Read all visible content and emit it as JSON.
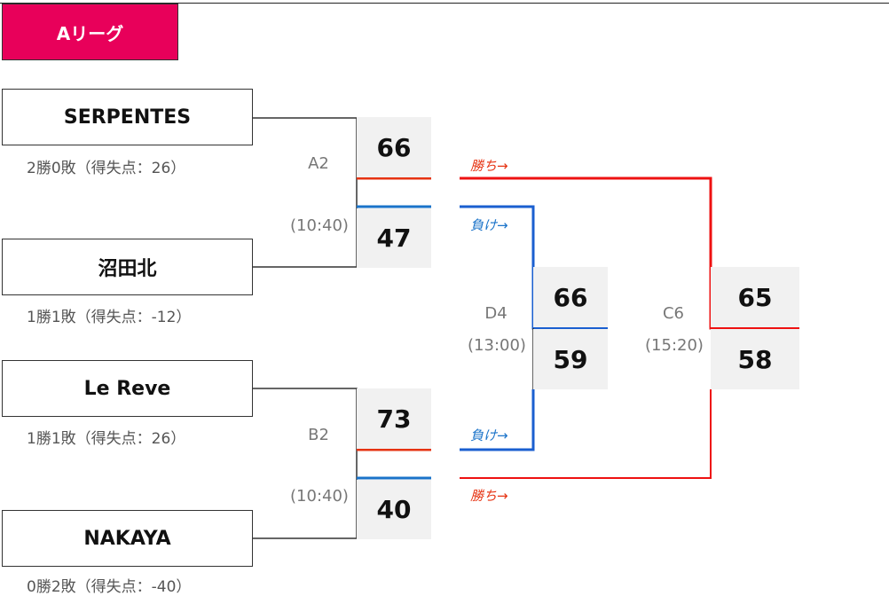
{
  "league": {
    "title": "Aリーグ"
  },
  "teams": [
    {
      "name": "SERPENTES",
      "record": "2勝0敗（得失点：26）"
    },
    {
      "name": "沼田北",
      "record": "1勝1敗（得失点：-12）"
    },
    {
      "name": "Le Reve",
      "record": "1勝1敗（得失点：26）"
    },
    {
      "name": "NAKAYA",
      "record": "0勝2敗（得失点：-40）"
    }
  ],
  "games": {
    "A2": {
      "id": "A2",
      "time": "(10:40)",
      "score_top": "66",
      "score_bottom": "47"
    },
    "B2": {
      "id": "B2",
      "time": "(10:40)",
      "score_top": "73",
      "score_bottom": "40"
    },
    "D4": {
      "id": "D4",
      "time": "(13:00)",
      "score_top": "66",
      "score_bottom": "59"
    },
    "C6": {
      "id": "C6",
      "time": "(15:20)",
      "score_top": "65",
      "score_bottom": "58"
    }
  },
  "outcomes": {
    "win_label": "勝ち→",
    "lose_label": "負け→"
  },
  "colors": {
    "league_tag": "#e8005a",
    "win_line": "#e63312",
    "lose_line": "#1a73c9",
    "bracket_line": "#333333",
    "score_bg": "#f1f1f1"
  }
}
